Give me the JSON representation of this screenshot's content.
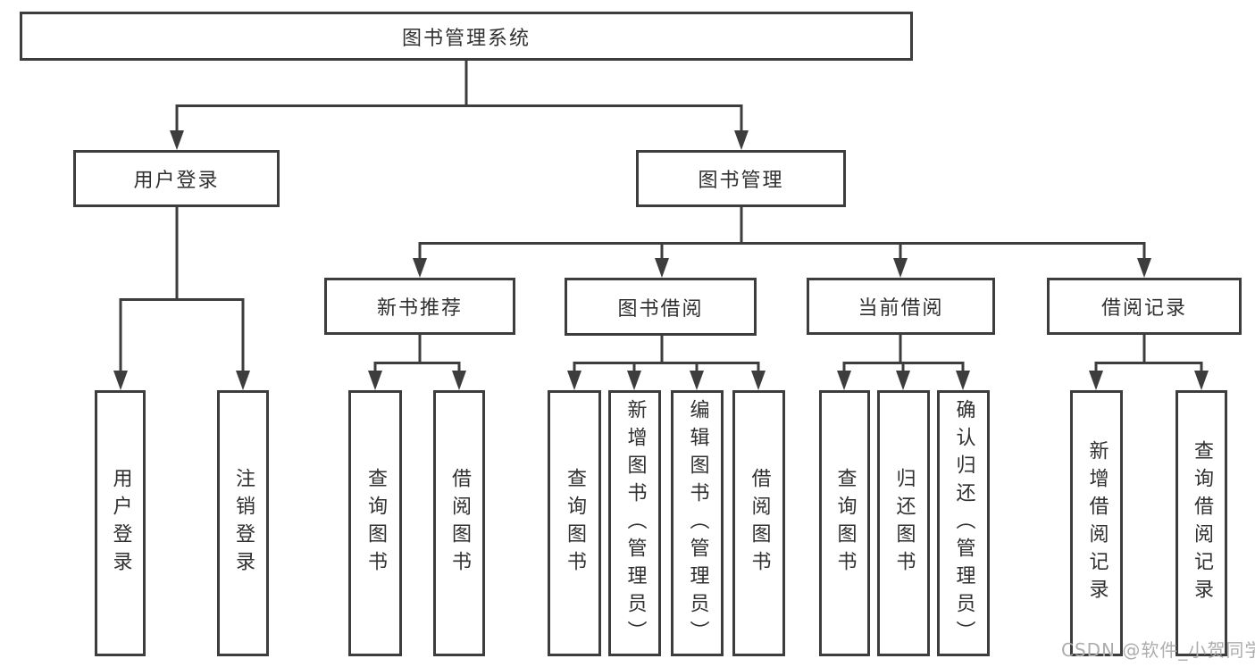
{
  "colors": {
    "line": "#3d3d3d",
    "box_border": "#3d3d3d",
    "text": "#303030",
    "background": "#ffffff",
    "watermark": "#adadad"
  },
  "watermark": {
    "text": "CSDN @软件_小贺同学"
  },
  "diagram": {
    "root": {
      "label": "图书管理系统"
    },
    "branches": [
      {
        "label": "用户登录",
        "children": [
          {
            "label": "用户登录"
          },
          {
            "label": "注销登录"
          }
        ]
      },
      {
        "label": "图书管理",
        "children": [
          {
            "label": "新书推荐",
            "children": [
              {
                "label": "查询图书"
              },
              {
                "label": "借阅图书"
              }
            ]
          },
          {
            "label": "图书借阅",
            "children": [
              {
                "label": "查询图书"
              },
              {
                "label": "新增图书（管理员）"
              },
              {
                "label": "编辑图书（管理员）"
              },
              {
                "label": "借阅图书"
              }
            ]
          },
          {
            "label": "当前借阅",
            "children": [
              {
                "label": "查询图书"
              },
              {
                "label": "归还图书"
              },
              {
                "label": "确认归还（管理员）"
              }
            ]
          },
          {
            "label": "借阅记录",
            "children": [
              {
                "label": "新增借阅记录"
              },
              {
                "label": "查询借阅记录"
              }
            ]
          }
        ]
      }
    ]
  }
}
